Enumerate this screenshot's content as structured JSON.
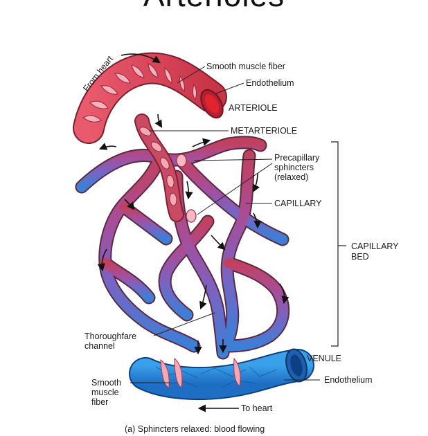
{
  "title": "Arterioles",
  "labels": {
    "from_heart": "From heart",
    "smooth_muscle_fiber_top": "Smooth muscle fiber",
    "endothelium_top": "Endothelium",
    "arteriole": "ARTERIOLE",
    "metarteriole": "METARTERIOLE",
    "precap_1": "Precapillary",
    "precap_2": "sphincters",
    "precap_3": "(relaxed)",
    "capillary": "CAPILLARY",
    "capillary_bed_1": "CAPILLARY",
    "capillary_bed_2": "BED",
    "thoroughfare_1": "Thoroughfare",
    "thoroughfare_2": "channel",
    "venule": "VENULE",
    "endothelium_bottom": "Endothelium",
    "smooth_1": "Smooth",
    "smooth_2": "muscle",
    "smooth_3": "fiber",
    "to_heart": "To heart"
  },
  "caption": "(a) Sphincters relaxed: blood flowing",
  "colors": {
    "arterial": "#d63a4e",
    "capillary_mid": "#9b4fb0",
    "venous": "#2f7fd0",
    "sphincter": "#f4a8b4"
  }
}
